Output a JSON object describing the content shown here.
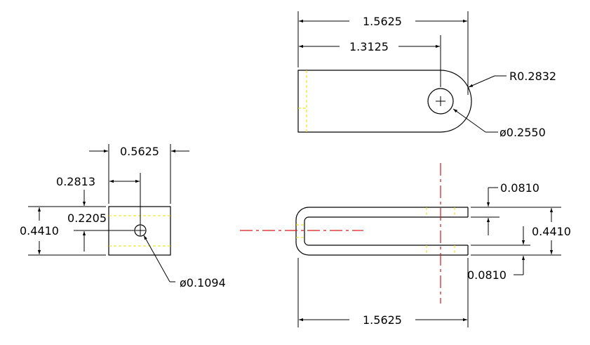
{
  "colors": {
    "background": "#ffffff",
    "outline": "#000000",
    "hidden_lines": "#e8e000",
    "center_lines": "#d81818"
  },
  "top_view": {
    "overall_length": "1.5625",
    "hole_center_offset": "1.3125",
    "end_radius": "R0.2832",
    "hole_diameter": "ø0.2550"
  },
  "side_view": {
    "width": "0.5625",
    "hole_x_offset": "0.2813",
    "hole_y_offset": "0.2205",
    "height": "0.4410",
    "hole_diameter": "ø0.1094"
  },
  "front_view": {
    "top_gap": "0.0810",
    "bottom_gap": "0.0810",
    "overall_height": "0.4410",
    "overall_length": "1.5625"
  }
}
